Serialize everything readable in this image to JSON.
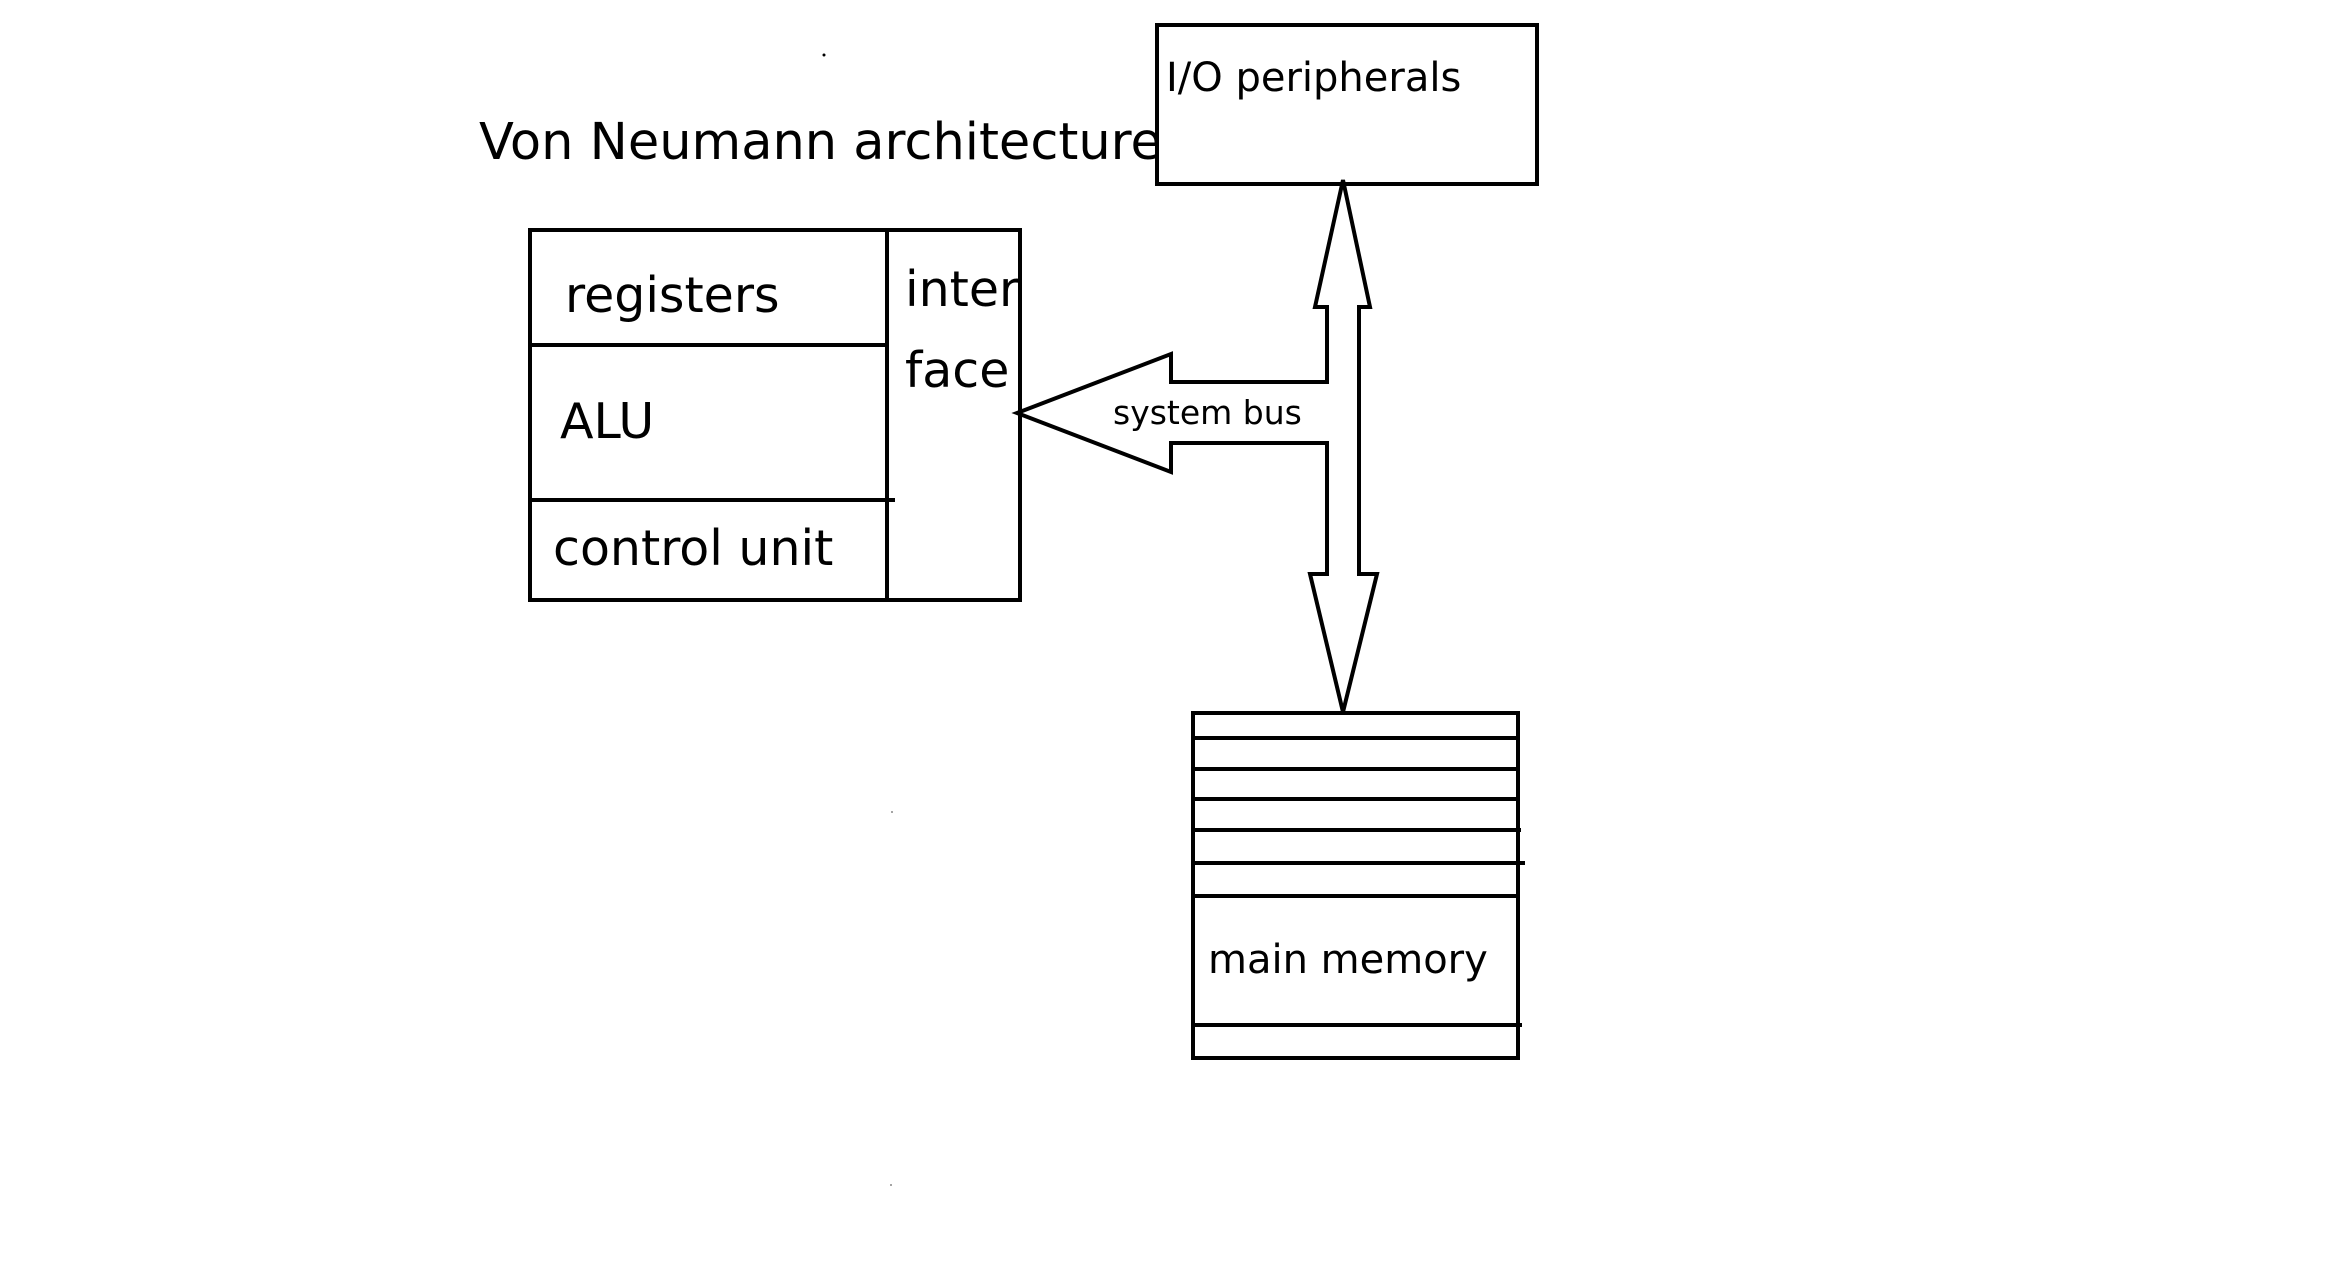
{
  "title": "Von Neumann architecture",
  "cpu": {
    "registers": "registers",
    "alu": "ALU",
    "control_unit": "control unit",
    "interface_line1": "inter",
    "interface_line2": "face"
  },
  "io": {
    "label": "I/O peripherals"
  },
  "bus": {
    "label": "system bus"
  },
  "memory": {
    "label": "main memory"
  }
}
